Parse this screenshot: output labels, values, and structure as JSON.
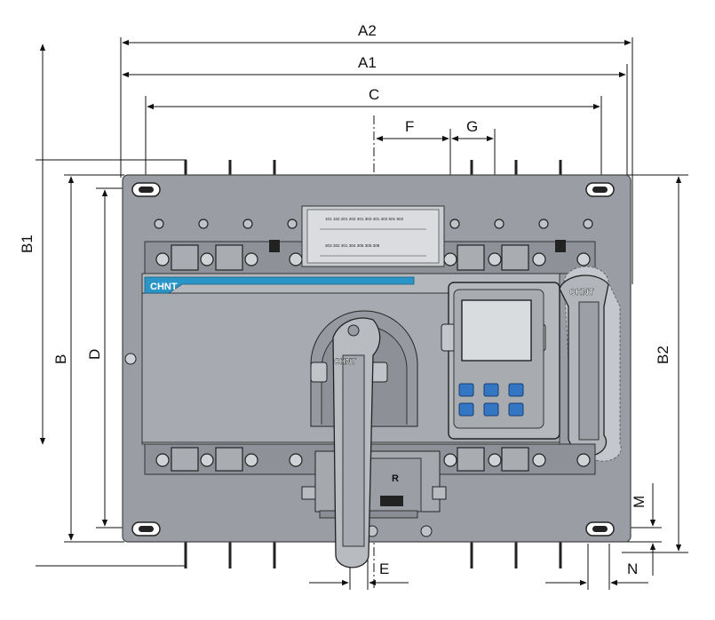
{
  "dimensions": {
    "A2": "A2",
    "A1": "A1",
    "C": "C",
    "F": "F",
    "G": "G",
    "B1": "B1",
    "B": "B",
    "D": "D",
    "B2": "B2",
    "M": "M",
    "N": "N",
    "E": "E"
  },
  "device": {
    "brand": "CHNT",
    "handle_brand": "CHNT",
    "position_label": "R",
    "keypad_buttons": 6
  },
  "terminal_labels": {
    "row1": "101 102 201 202 301 302 401 402 501 502",
    "row2": "303 302 301 304 306 305 308"
  }
}
